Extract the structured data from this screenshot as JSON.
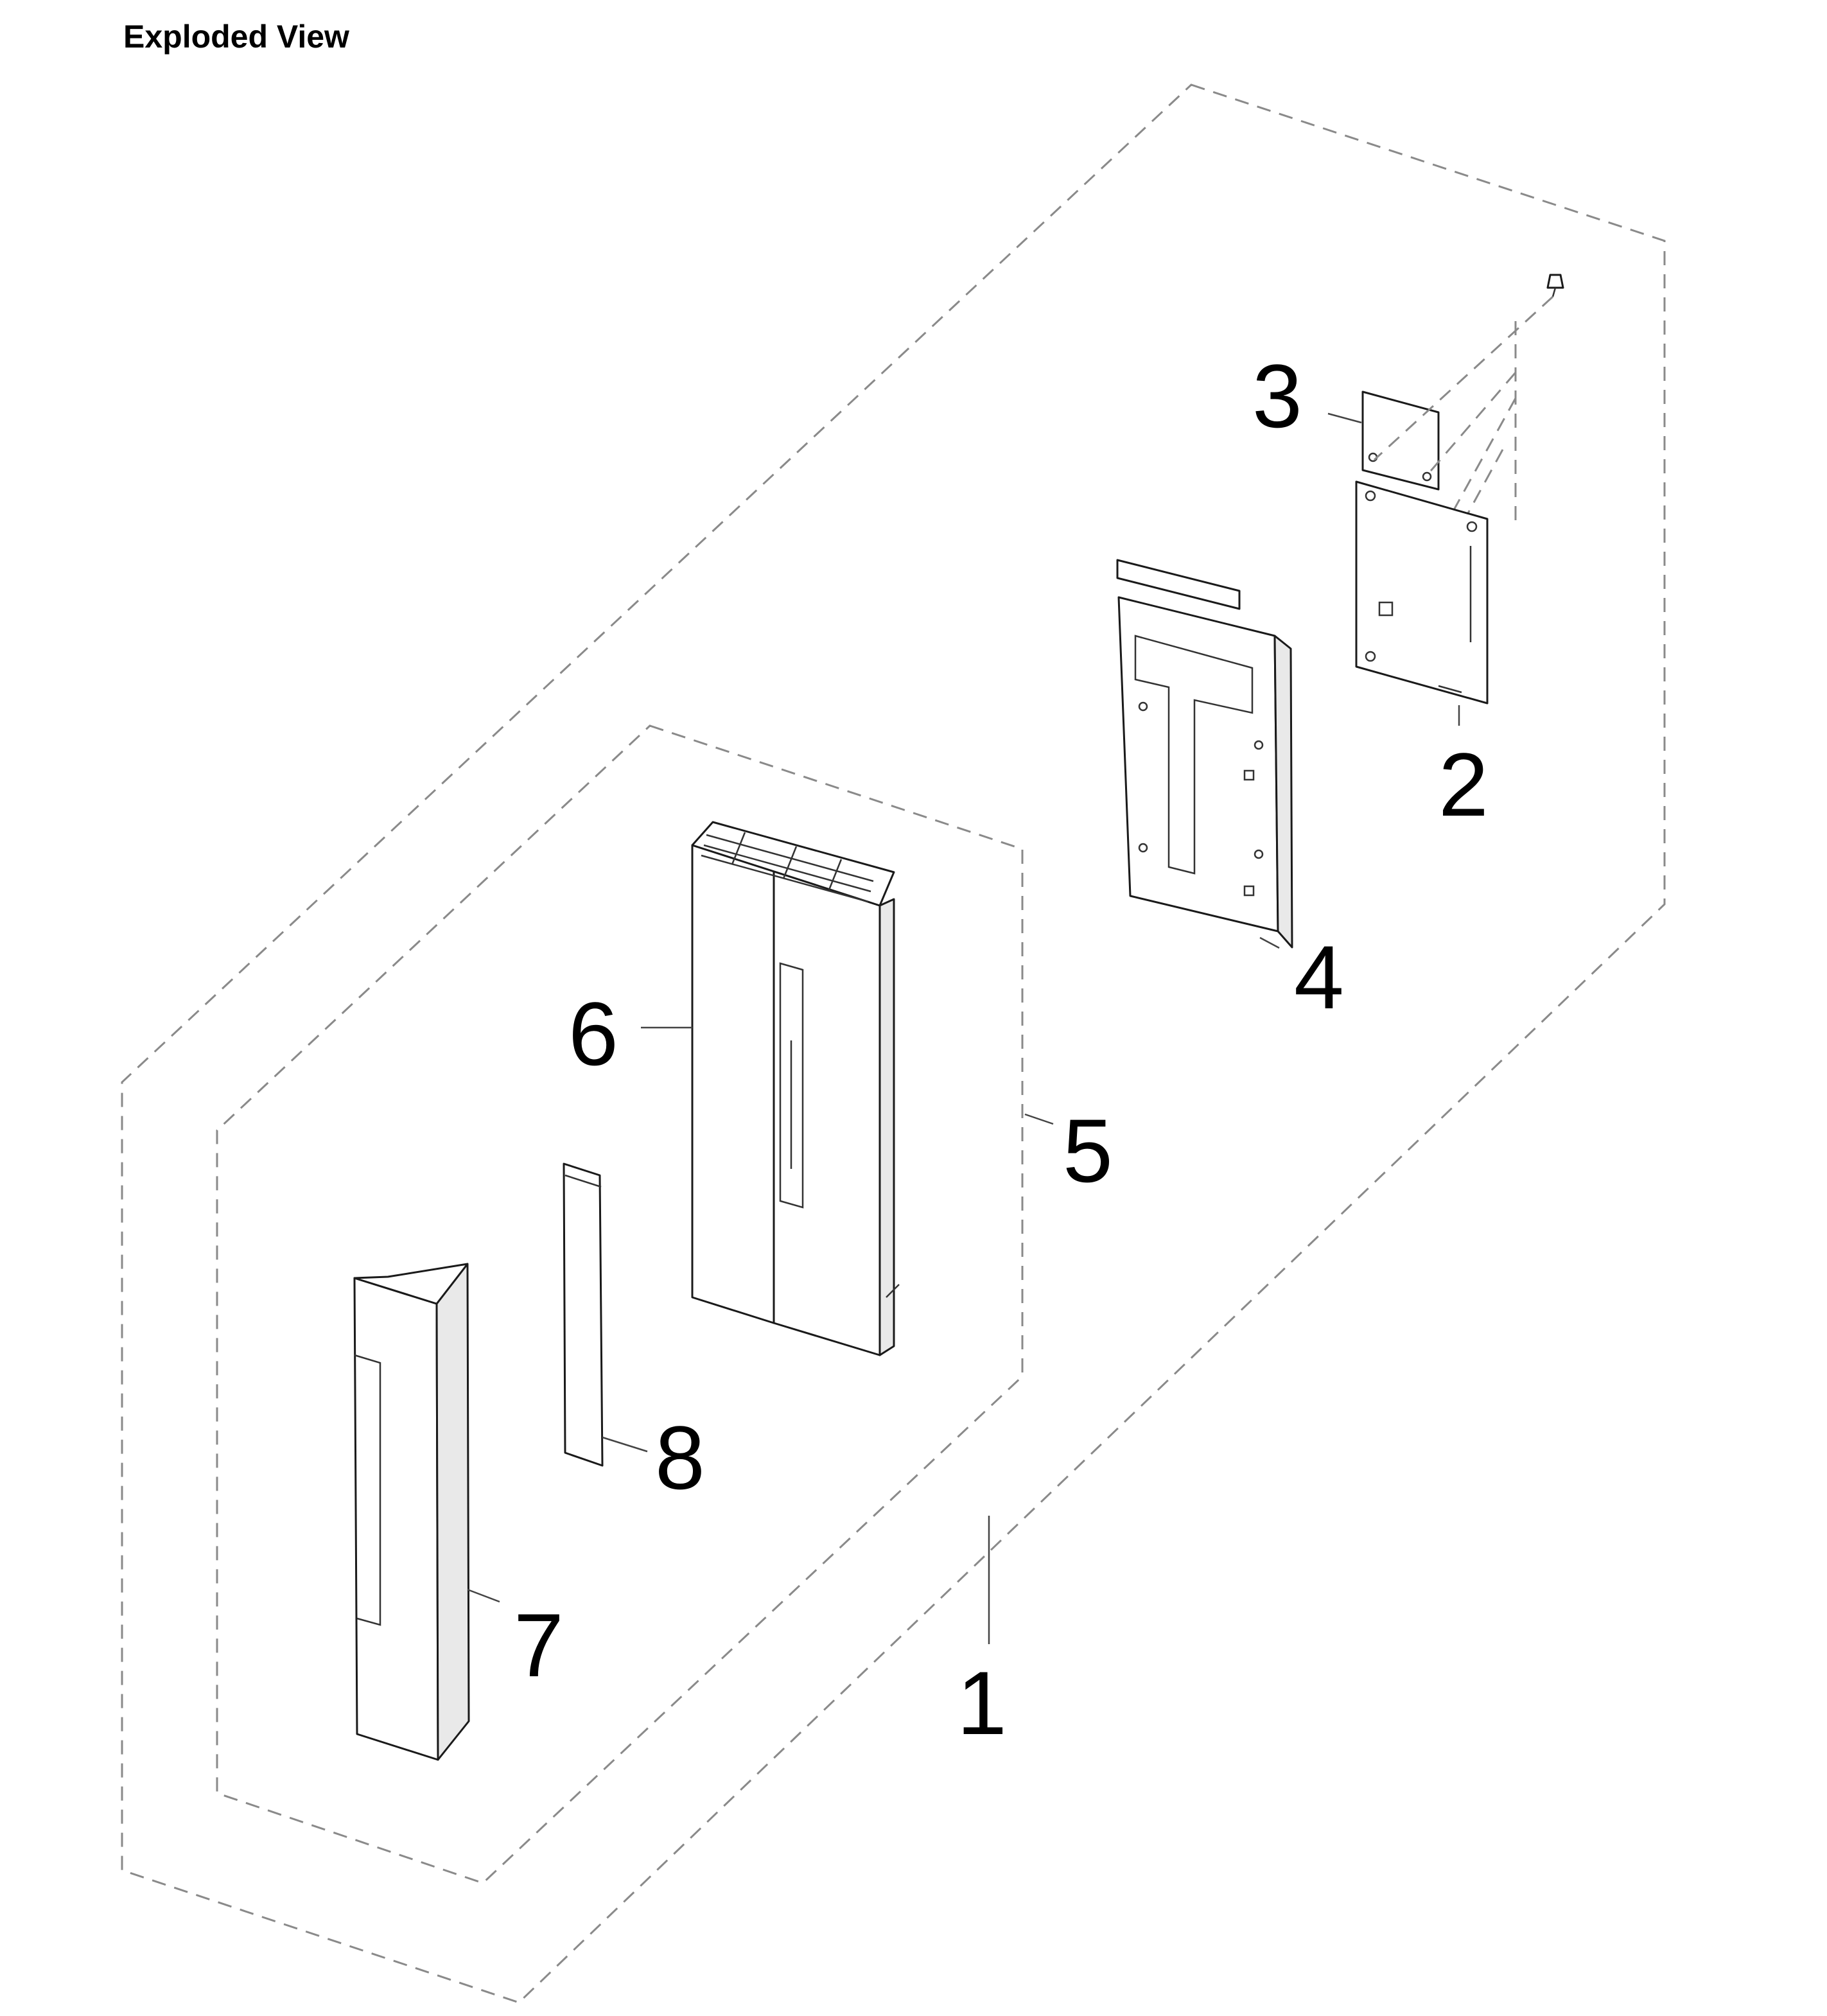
{
  "title": "Exploded View",
  "callouts": {
    "c1": "1",
    "c2": "2",
    "c3": "3",
    "c4": "4",
    "c5": "5",
    "c6": "6",
    "c7": "7",
    "c8": "8"
  }
}
